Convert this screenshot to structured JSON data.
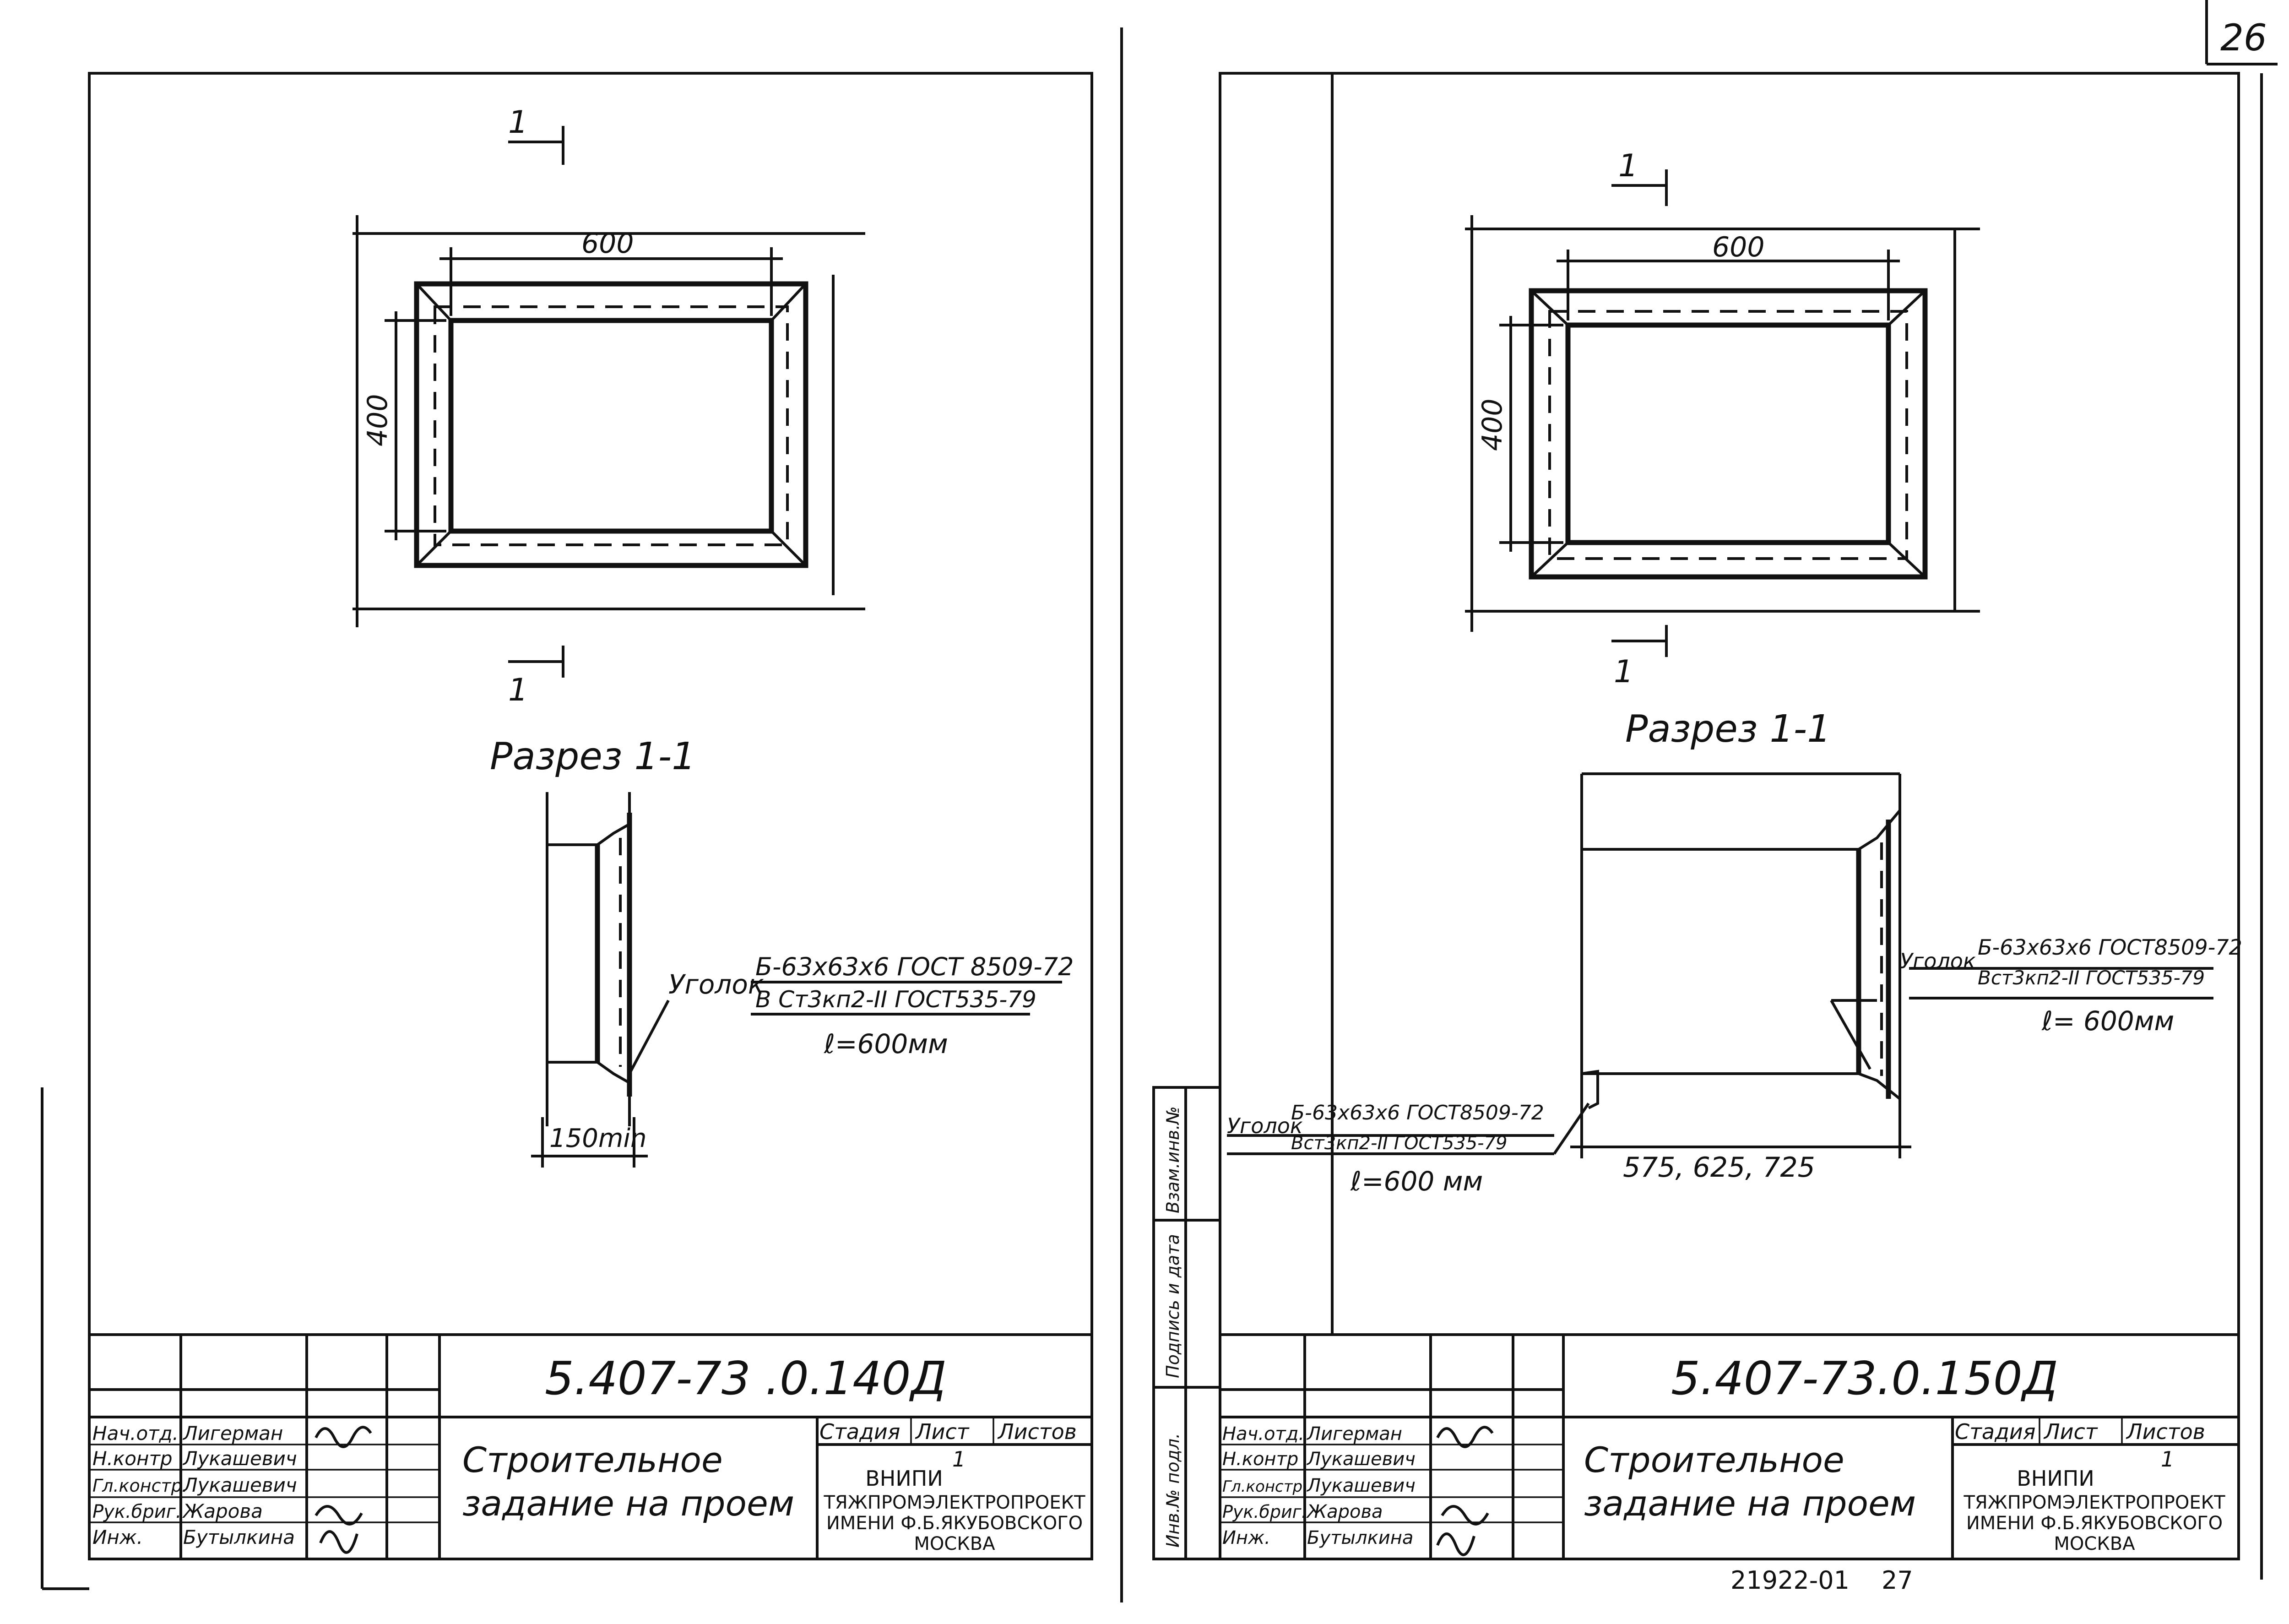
{
  "page_number": "26",
  "bottom_code": "21922-01",
  "bottom_page": "27",
  "sheets": [
    {
      "plan": {
        "section_mark": "1",
        "width_dim": "600",
        "height_dim": "400"
      },
      "section": {
        "title": "Разрез 1-1",
        "angle_label": "Уголок",
        "angle_spec_top": "Б-63x63x6 ГОСТ 8509-72",
        "angle_spec_bottom": "В Ст3кп2-II ГОСТ535-79",
        "length_note": "ℓ=600мм",
        "depth_dim": "150min"
      },
      "title_block": {
        "code": "5.407-73 .0.140Д",
        "title_line1": "Строительное",
        "title_line2": "задание на проем",
        "stage_label": "Стадия",
        "sheet_label": "Лист",
        "sheets_label": "Листов",
        "sheet_value": "1",
        "org_line1": "ВНИПИ",
        "org_line2": "ТЯЖПРОМЭЛЕКТРОПРОЕКТ",
        "org_line3": "ИМЕНИ Ф.Б.ЯКУБОВСКОГО",
        "org_line4": "МОСКВА",
        "staff": [
          {
            "role": "Нач.отд.",
            "name": "Лигерман"
          },
          {
            "role": "Н.контр",
            "name": "Лукашевич"
          },
          {
            "role": "Гл.констр.",
            "name": "Лукашевич"
          },
          {
            "role": "Рук.бриг.",
            "name": "Жарова"
          },
          {
            "role": "Инж.",
            "name": "Бутылкина"
          }
        ]
      }
    },
    {
      "plan": {
        "section_mark": "1",
        "width_dim": "600",
        "height_dim": "400"
      },
      "section": {
        "title": "Разрез 1-1",
        "angle_label": "Уголок",
        "angle_spec_top": "Б-63x63x6 ГОСТ8509-72",
        "angle_spec_bottom": "Вст3кп2-II ГОСТ535-79",
        "length_note": "ℓ= 600мм",
        "left_angle_label": "Уголок",
        "left_angle_spec_top": "Б-63x63x6 ГОСТ8509-72",
        "left_angle_spec_bottom": "Вст3кп2-II ГОСТ535-79",
        "left_length_note": "ℓ=600 мм",
        "depth_dim": "575, 625, 725"
      },
      "side_stamps": [
        "Взам.инв.№",
        "Подпись и дата",
        "Инв.№ подл."
      ],
      "title_block": {
        "code": "5.407-73.0.150Д",
        "title_line1": "Строительное",
        "title_line2": "задание на проем",
        "stage_label": "Стадия",
        "sheet_label": "Лист",
        "sheets_label": "Листов",
        "sheet_value": "1",
        "org_line1": "ВНИПИ",
        "org_line2": "ТЯЖПРОМЭЛЕКТРОПРОЕКТ",
        "org_line3": "ИМЕНИ Ф.Б.ЯКУБОВСКОГО",
        "org_line4": "МОСКВА",
        "staff": [
          {
            "role": "Нач.отд.",
            "name": "Лигерман"
          },
          {
            "role": "Н.контр",
            "name": "Лукашевич"
          },
          {
            "role": "Гл.констр.",
            "name": "Лукашевич"
          },
          {
            "role": "Рук.бриг.",
            "name": "Жарова"
          },
          {
            "role": "Инж.",
            "name": "Бутылкина"
          }
        ]
      }
    }
  ]
}
